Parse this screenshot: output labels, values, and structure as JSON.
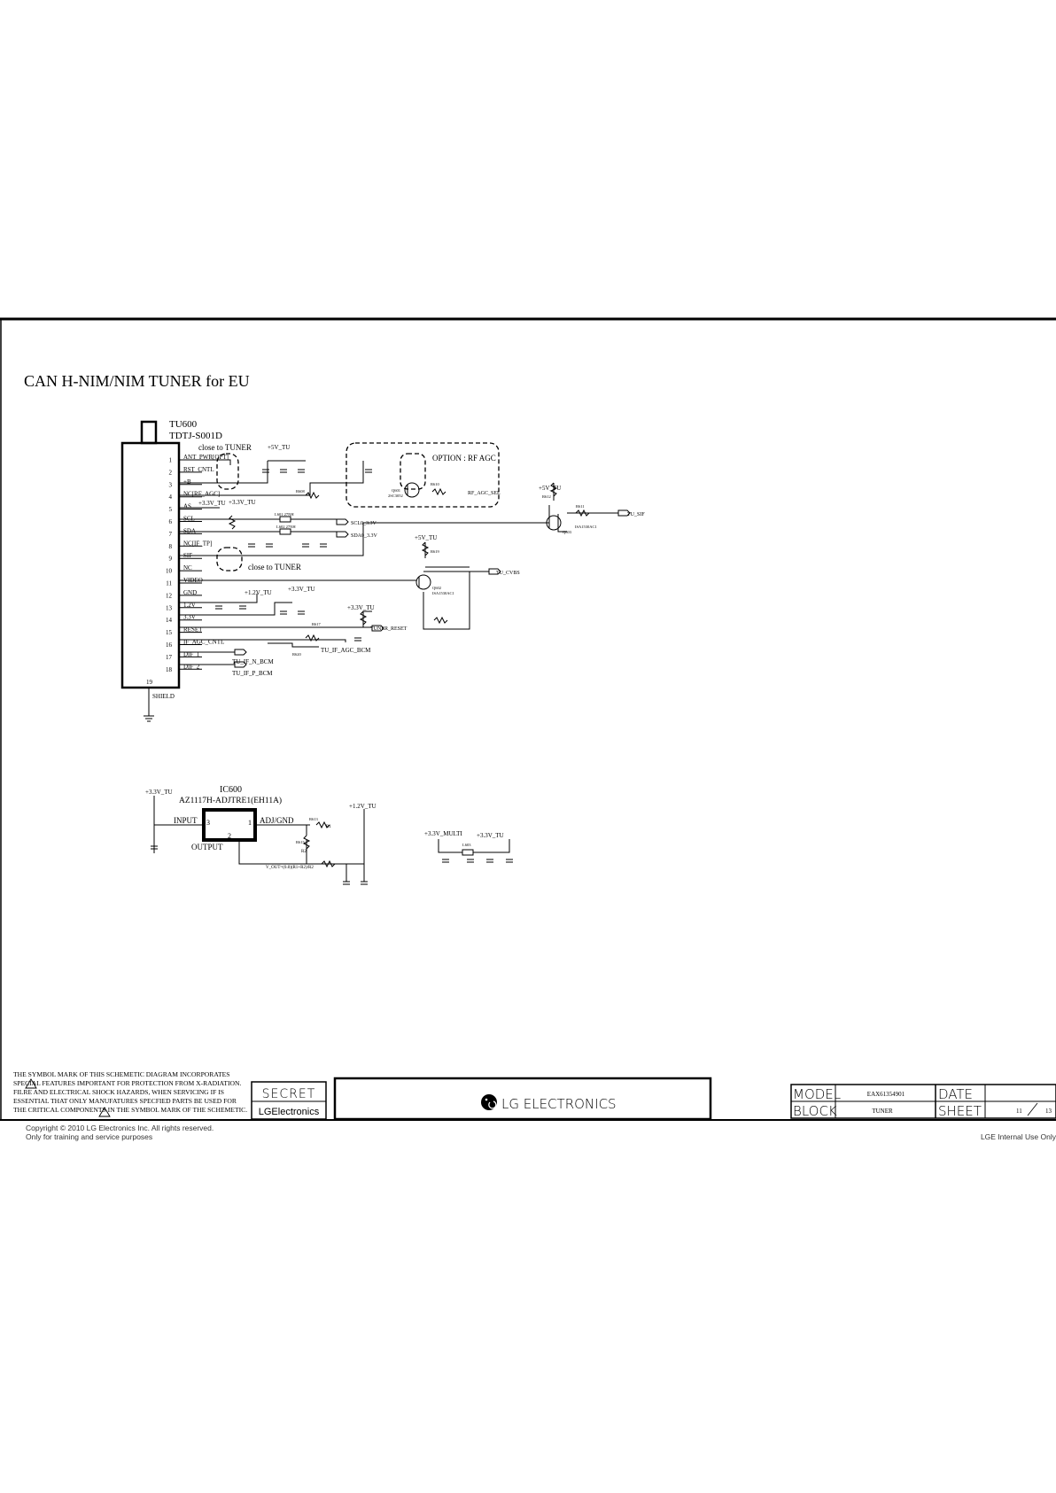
{
  "title": "CAN H-NIM/NIM TUNER for EU",
  "tuner": {
    "ref": "TU600",
    "part": "TDTJ-S001D",
    "pins": [
      {
        "num": "1",
        "name": "ANT_PWR[OPT]"
      },
      {
        "num": "2",
        "name": "RST_CNTL"
      },
      {
        "num": "3",
        "name": "+B"
      },
      {
        "num": "4",
        "name": "NC[RF_AGC]"
      },
      {
        "num": "5",
        "name": "AS"
      },
      {
        "num": "6",
        "name": "SCL"
      },
      {
        "num": "7",
        "name": "SDA"
      },
      {
        "num": "8",
        "name": "NC[IF_TP]"
      },
      {
        "num": "9",
        "name": "SIF"
      },
      {
        "num": "10",
        "name": "NC"
      },
      {
        "num": "11",
        "name": "VIDEO"
      },
      {
        "num": "12",
        "name": "GND"
      },
      {
        "num": "13",
        "name": "1.2V"
      },
      {
        "num": "14",
        "name": "3.3V"
      },
      {
        "num": "15",
        "name": "RESET"
      },
      {
        "num": "16",
        "name": "IF_AGC_CNTL"
      },
      {
        "num": "17",
        "name": "DIF_1"
      },
      {
        "num": "18",
        "name": "DIF_2"
      }
    ],
    "pin19": "19",
    "shield": "SHIELD"
  },
  "notes": {
    "close_to_tuner_1": "close to TUNER",
    "close_to_tuner_2": "close to TUNER",
    "option_rfagc": "OPTION : RF AGC"
  },
  "rails": {
    "v5_tu": "+5V_TU",
    "v5_tu_2": "+5V_TU",
    "v5_tu_3": "+5V_TU",
    "v33_tu_a": "+3.3V_TU",
    "v33_tu_b": "+3.3V_TU",
    "v33_tu_c": "+3.3V_TU",
    "v33_tu_d": "+3.3V_TU",
    "v12_tu": "+1.2V_TU",
    "v33_tu_reg": "+3.3V_TU",
    "v12_tu_reg": "+1.2V_TU",
    "v33_multi": "+3.3V_MULTI",
    "v33_tu_e": "+3.3V_TU"
  },
  "nets": {
    "scl": "SCL0_3.3V",
    "sda": "SDA0_3.3V",
    "rf_agc": "RF_AGC_SEL",
    "tu_sif": "TU_SIF",
    "tu_cvbs": "TU_CVBS",
    "tuner_reset": "TUNER_RESET",
    "if_agc": "TU_IF_AGC_BCM",
    "if_n": "TU_IF_N_BCM",
    "if_p": "TU_IF_P_BCM",
    "vout": "V_OUT=(0.8)(R1+R2)/R2"
  },
  "components": {
    "q601": "Q601",
    "q602": "Q602",
    "q603": "Q603",
    "q_part_a": "ISA1530AC1",
    "q_part_b": "ISA1530AC1",
    "q_part_c": "2SC3052",
    "l601": "L601 27NH",
    "l602": "L602 27NH",
    "l603": "L603",
    "r_vals": [
      "R608",
      "R610",
      "R611",
      "R612",
      "R613",
      "R615",
      "R617",
      "R619",
      "R620"
    ]
  },
  "regulator": {
    "ref": "IC600",
    "part": "AZ1117H-ADJTRE1(EH11A)",
    "input": "INPUT",
    "output": "OUTPUT",
    "adj": "ADJ/GND",
    "pin3": "3",
    "pin1": "1",
    "pin2": "2",
    "r1": "R1",
    "r2": "R2"
  },
  "footer": {
    "warning_lines": [
      "THE  SYMBOL MARK OF THIS SCHEMETIC DIAGRAM INCORPORATES",
      "SPECIAL FEATURES IMPORTANT FOR PROTECTION FROM X-RADIATION.",
      "FILRE AND ELECTRICAL SHOCK HAZARDS, WHEN SERVICING IF IS",
      "ESSENTIAL THAT ONLY MANUFATURES SPECFIED PARTS BE USED FOR",
      "THE CRITICAL COMPONENTS IN THE  SYMBOL MARK OF THE SCHEMETIC."
    ],
    "secret": "SECRET",
    "lge": "LGElectronics",
    "brand": "LG ELECTRONICS",
    "model_label": "MODEL",
    "model_value": "EAX61354901",
    "block_label": "BLOCK",
    "block_value": "TUNER",
    "date_label": "DATE",
    "sheet_label": "SHEET",
    "sheet_num": "11",
    "sheet_total": "13",
    "copyright": "Copyright © 2010 LG Electronics Inc. All rights reserved.",
    "training": "Only for training and service purposes",
    "internal": "LGE Internal Use Only"
  }
}
